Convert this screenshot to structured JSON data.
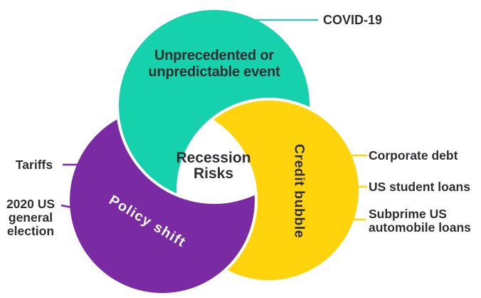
{
  "page": {
    "background": "#ffffff",
    "text_dark": "#2e2e33"
  },
  "center": {
    "label": "Recession Risks",
    "lines": [
      "Recession",
      "Risks"
    ]
  },
  "segments": {
    "event": {
      "label": "Unprecedented or unpredictable event",
      "lines": [
        "Unprecedented or",
        "unpredictable event"
      ],
      "color": "#15d2ac",
      "text_color": "#2e2e33"
    },
    "policy": {
      "label": "Policy shift",
      "color": "#7a2ba4",
      "text_color": "#ffffff"
    },
    "credit": {
      "label": "Credit bubble",
      "color": "#ffd40d",
      "text_color": "#2e2e33"
    }
  },
  "callouts": {
    "covid": {
      "label": "COVID-19",
      "segment": "event"
    },
    "tariffs": {
      "label": "Tariffs",
      "segment": "policy"
    },
    "election": {
      "label": "2020 US general election",
      "lines": [
        "2020 US",
        "general",
        "election"
      ],
      "segment": "policy"
    },
    "corporate": {
      "label": "Corporate debt",
      "segment": "credit"
    },
    "student": {
      "label": "US student loans",
      "segment": "credit"
    },
    "subprime": {
      "label": "Subprime US automobile loans",
      "lines": [
        "Subprime US",
        "automobile loans"
      ],
      "segment": "credit"
    }
  }
}
